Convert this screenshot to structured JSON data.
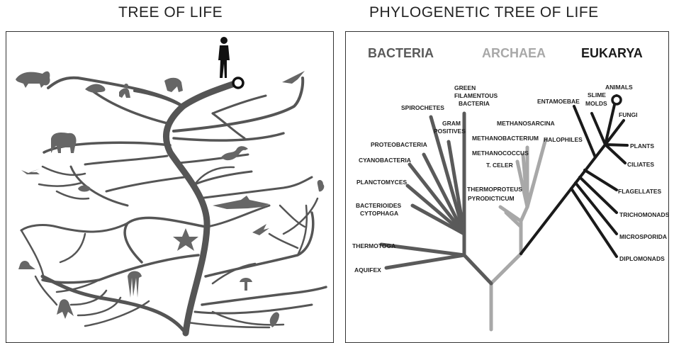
{
  "left_panel": {
    "title": "TREE OF LIFE",
    "icons": [
      "human-icon",
      "lion-icon",
      "seal-icon",
      "monkey-icon",
      "gorilla-icon",
      "bird-icon",
      "elephant-icon",
      "snake-icon",
      "dragonfly-icon",
      "crab-icon",
      "shark-icon",
      "starfish-icon",
      "plant-icon",
      "flower-icon",
      "snail-icon",
      "jellyfish-icon",
      "mushroom-icon",
      "octopus-icon",
      "leaf-icon"
    ]
  },
  "right_panel": {
    "title": "PHYLOGENETIC TREE OF LIFE",
    "domains": {
      "bacteria": "BACTERIA",
      "archaea": "ARCHAEA",
      "eukarya": "EUKARYA"
    },
    "colors": {
      "bacteria": "#5a5a5a",
      "archaea": "#a8a8a8",
      "eukarya": "#1a1a1a"
    },
    "labels": {
      "green_bacteria_1": "GREEN",
      "green_bacteria_2": "FILAMENTOUS",
      "green_bacteria_3": "BACTERIA",
      "spirochetes": "SPIROCHETES",
      "gram_positives_1": "GRAM",
      "gram_positives_2": "POSITIVES",
      "proteobacteria": "PROTEOBACTERIA",
      "cyanobacteria": "CYANOBACTERIA",
      "planctomyces": "PLANCTOMYCES",
      "bacteroides_1": "BACTERIOIDES",
      "bacteroides_2": "CYTOPHAGA",
      "thermotoga": "THERMOTOGA",
      "aquifex": "AQUIFEX",
      "methanosarcina": "METHANOSARCINA",
      "methanobacterium": "METHANOBACTERIUM",
      "halophiles": "HALOPHILES",
      "methanococcus": "METHANOCOCCUS",
      "t_celer": "T. CELER",
      "thermoproteus": "THERMOPROTEUS",
      "pyrodicticum": "PYRODICTICUM",
      "entamoebae": "ENTAMOEBAE",
      "slime_molds_1": "SLIME",
      "slime_molds_2": "MOLDS",
      "animals": "ANIMALS",
      "fungi": "FUNGI",
      "plants": "PLANTS",
      "ciliates": "CILIATES",
      "flagellates": "FLAGELLATES",
      "trichomonads": "TRICHOMONADS",
      "microsporida": "MICROSPORIDA",
      "diplomonads": "DIPLOMONADS"
    }
  }
}
